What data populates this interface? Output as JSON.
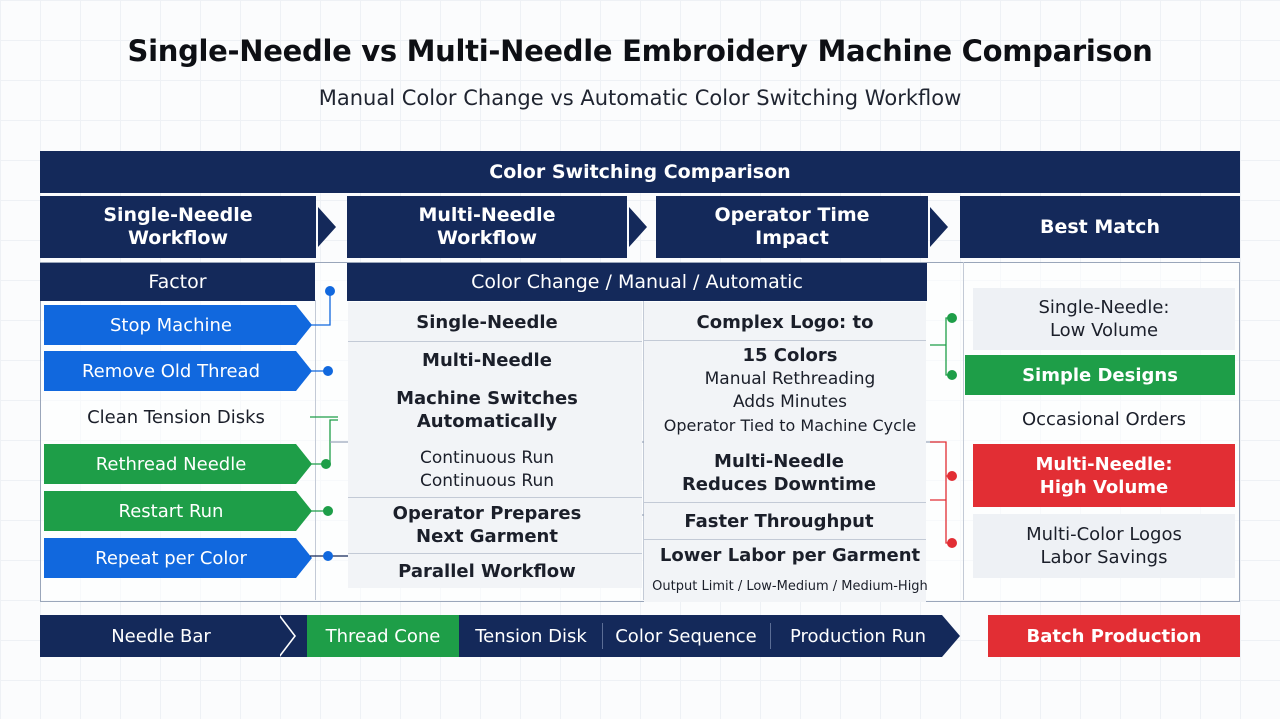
{
  "title": "Single-Needle vs Multi-Needle Embroidery Machine Comparison",
  "subtitle": "Manual Color Change vs Automatic Color Switching Workflow",
  "banner": "Color Switching Comparison",
  "headers": {
    "single": [
      "Single-Needle",
      "Workflow"
    ],
    "multi": [
      "Multi-Needle",
      "Workflow"
    ],
    "operator": [
      "Operator Time",
      "Impact"
    ],
    "best": "Best Match"
  },
  "factor_label": "Factor",
  "color_change_label": "Color Change / Manual / Automatic",
  "steps": [
    "Stop Machine",
    "Remove Old Thread",
    "Clean Tension Disks",
    "Rethread Needle",
    "Restart Run",
    "Repeat per Color"
  ],
  "multi_col": {
    "single_needle": "Single-Needle",
    "multi_needle": "Multi-Needle",
    "switches": [
      "Machine Switches",
      "Automatically"
    ],
    "continuous": [
      "Continuous Run",
      "Continuous Run"
    ],
    "prepares": [
      "Operator Prepares",
      "Next Garment"
    ],
    "parallel": "Parallel Workflow"
  },
  "operator_col": {
    "complex": "Complex Logo: to",
    "colors": "15 Colors",
    "rethreading": "Manual Rethreading",
    "adds": "Adds Minutes",
    "tied": "Operator Tied to Machine Cycle",
    "reduces": [
      "Multi-Needle",
      "Reduces Downtime"
    ],
    "throughput": "Faster Throughput",
    "labor": "Lower Labor per Garment",
    "output": "Output Limit / Low-Medium / Medium-High"
  },
  "best_col": {
    "single_low": [
      "Single-Needle:",
      "Low Volume"
    ],
    "simple": "Simple Designs",
    "occasional": "Occasional Orders",
    "multi_high": [
      "Multi-Needle:",
      "High Volume"
    ],
    "multi_logos": [
      "Multi-Color Logos",
      "Labor Savings"
    ]
  },
  "bottom_bar": [
    "Needle Bar",
    "Thread Cone",
    "Tension Disk",
    "Color Sequence",
    "Production Run",
    "Batch Production"
  ],
  "colors": {
    "navy": "#14295a",
    "blue": "#1168de",
    "green": "#1e9e48",
    "red": "#e22e34"
  }
}
